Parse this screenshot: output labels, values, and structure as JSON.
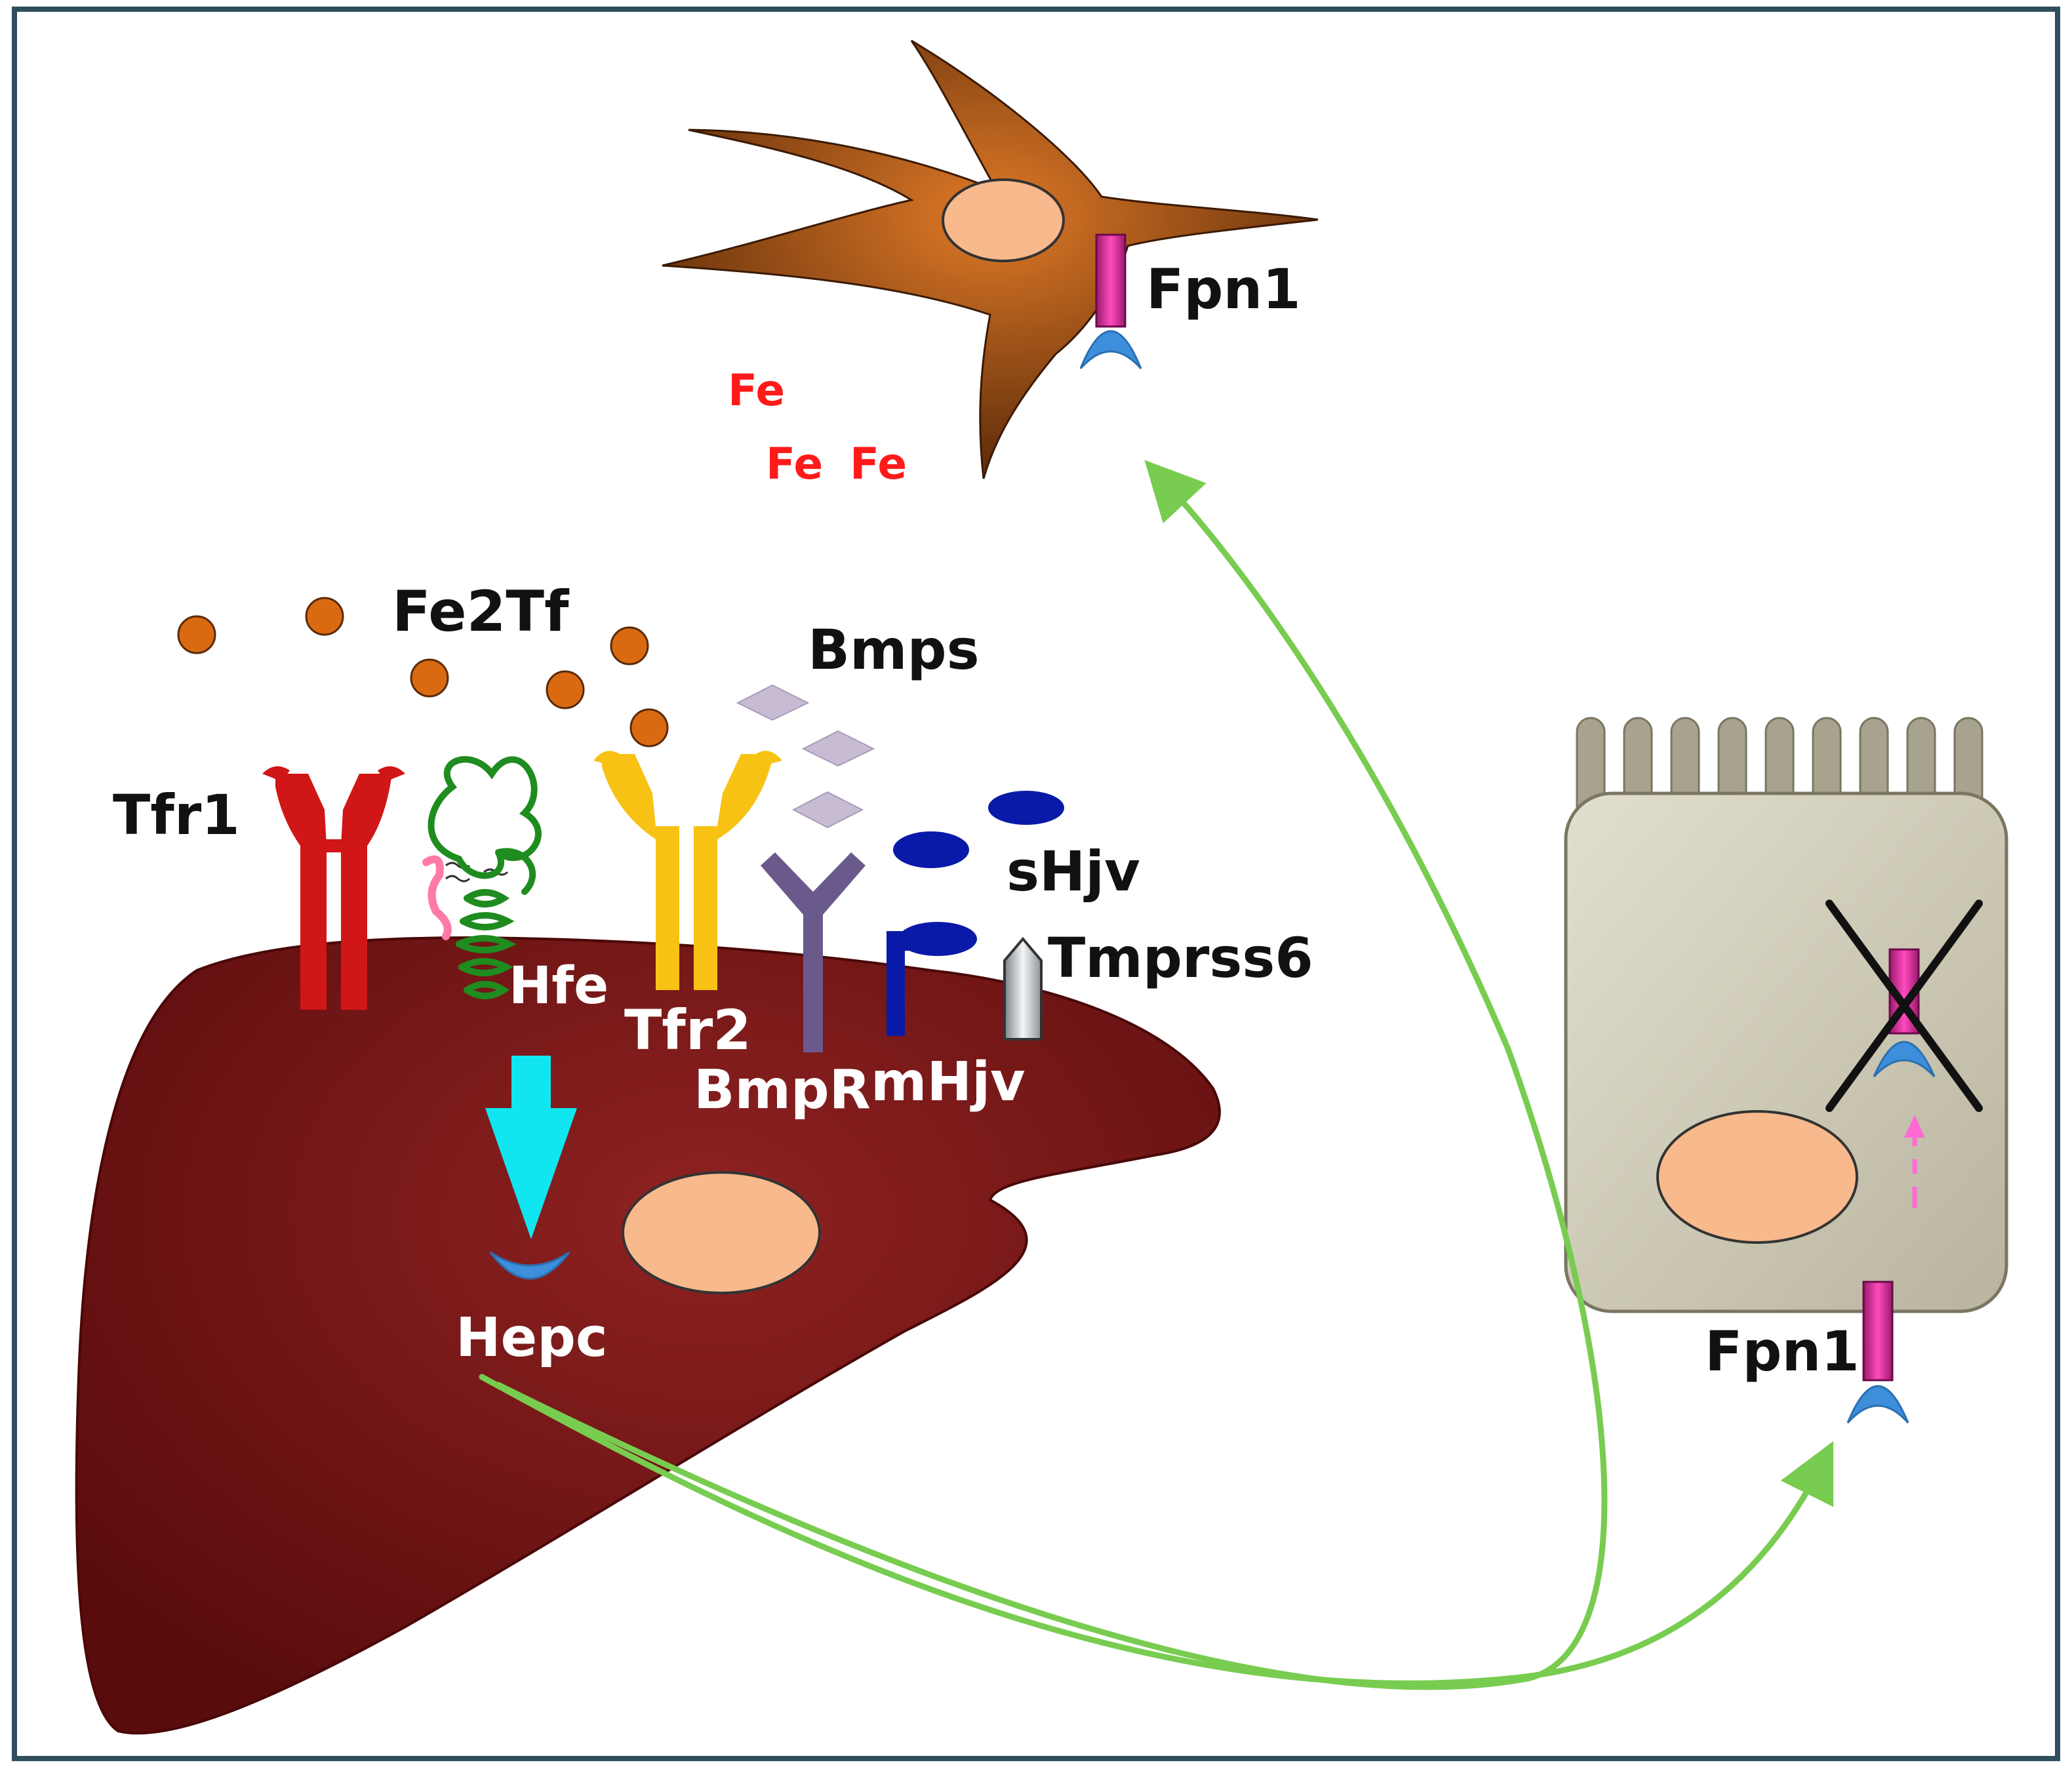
{
  "labels": {
    "fpn1_macrophage": "Fpn1",
    "fe_1": "Fe",
    "fe_2": "Fe",
    "fe_3": "Fe",
    "fe2tf": "Fe2Tf",
    "bmps": "Bmps",
    "tfr1": "Tfr1",
    "shjv": "sHjv",
    "tmprss6": "Tmprss6",
    "hfe": "Hfe",
    "tfr2": "Tfr2",
    "bmpr": "BmpR",
    "mhjv": "mHjv",
    "hepc": "Hepc",
    "fpn1_enterocyte": "Fpn1"
  },
  "colors": {
    "frame": "#2f4f5f",
    "liver": "#7a1414",
    "nucleus": "#f8b98c",
    "macrophage": "#b85a14",
    "enterocyte": "#d4d0bc",
    "tfr1": "#d01616",
    "tfr2": "#f7c214",
    "hfe": "#1f8c1f",
    "bmpr": "#6a5a8c",
    "hjv": "#0a1aa8",
    "fpn1": "#e0309c",
    "hepcidin": "#3d8edb",
    "fe": "#ff1a1a",
    "fe2tf_dot": "#d96a12",
    "bmp_diamond": "#c8bcd4",
    "arrow_green": "#78cc50",
    "arrow_cyan": "#10e6f0"
  }
}
